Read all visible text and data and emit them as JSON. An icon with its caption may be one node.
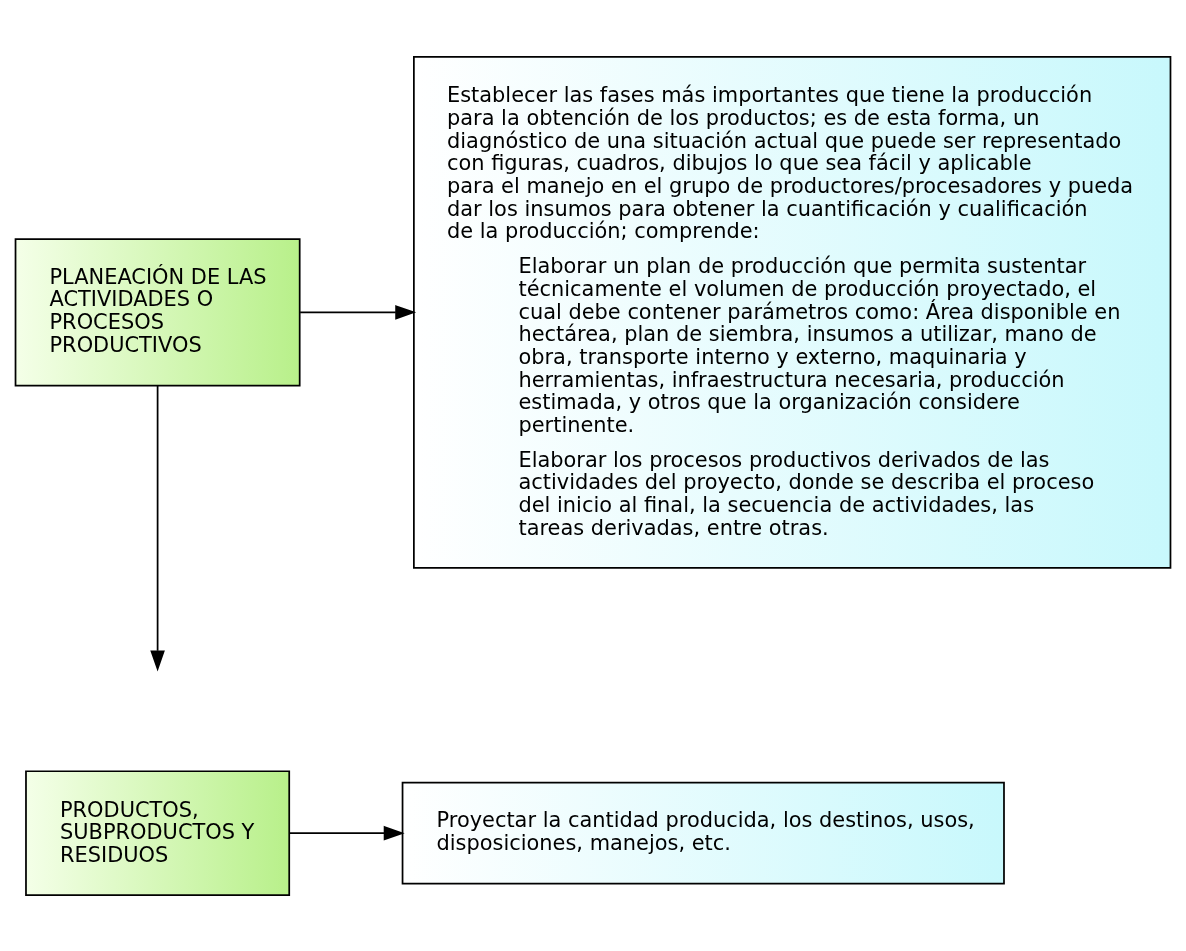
{
  "diagram": {
    "nodes": [
      {
        "text": [
          "PLANEACIÓN DE LAS ACTIVIDADES O PROCESOS PRODUCTIVOS"
        ]
      },
      {
        "text": [
          "Establecer las fases más importantes que tiene la producción para la obtención de los productos; es de esta forma, un diagnóstico de una situación actual que puede ser representado con figuras, cuadros, dibujos lo que sea fácil y aplicable para el manejo en el grupo de productores/procesadores y pueda dar los insumos para obtener la cuantificación y cualificación de la producción; comprende:",
          "Elaborar un plan de producción que permita sustentar técnicamente el volumen de producción proyectado, el cual debe contener parámetros como: Área disponible en hectárea, plan de siembra, insumos a utilizar, mano de obra, transporte interno y externo, maquinaria y herramientas, infraestructura necesaria, producción estimada, y otros que la organización considere pertinente.",
          "Elaborar los procesos productivos derivados de las actividades del proyecto, donde se describa el proceso del inicio al final, la secuencia de actividades, las tareas derivadas, entre otras."
        ]
      },
      {
        "text": [
          "PRODUCTOS, SUBPRODUCTOS Y RESIDUOS"
        ]
      },
      {
        "text": [
          "Proyectar la cantidad producida, los destinos, usos, disposiciones, manejos, etc."
        ]
      }
    ],
    "edges": [
      {
        "from": 0,
        "to": 1,
        "arrow": "to"
      },
      {
        "from": 0,
        "to": null,
        "arrow": "to"
      },
      {
        "from": 2,
        "to": 3,
        "arrow": "to"
      }
    ]
  }
}
